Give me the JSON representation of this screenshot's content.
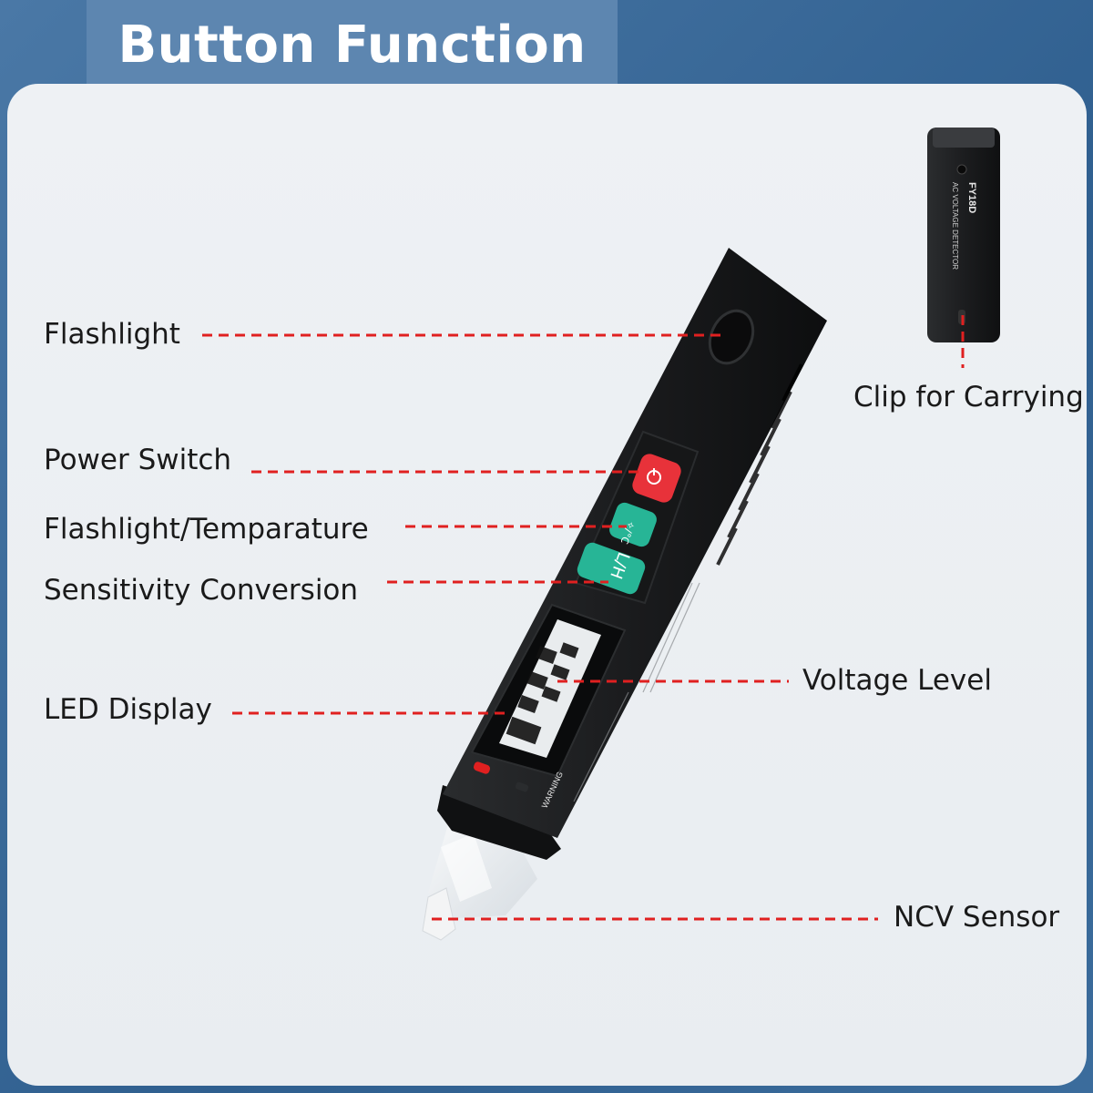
{
  "title": "Button Function",
  "labels": {
    "flashlight": "Flashlight",
    "power_switch": "Power Switch",
    "flashlight_temp": "Flashlight/Temparature",
    "sensitivity": "Sensitivity Conversion",
    "led_display": "LED Display",
    "clip": "Clip for Carrying",
    "voltage_level": "Voltage Level",
    "ncv_sensor": "NCV Sensor"
  },
  "device": {
    "model": "FY18D",
    "subtitle": "AC VOLTAGE DETECTOR",
    "lh_button": "L/H",
    "warning": "WARNING"
  },
  "colors": {
    "leader": "#e02020",
    "power_button": "#e8323a",
    "mode_button": "#27b596",
    "body": "#1b1d1f"
  }
}
